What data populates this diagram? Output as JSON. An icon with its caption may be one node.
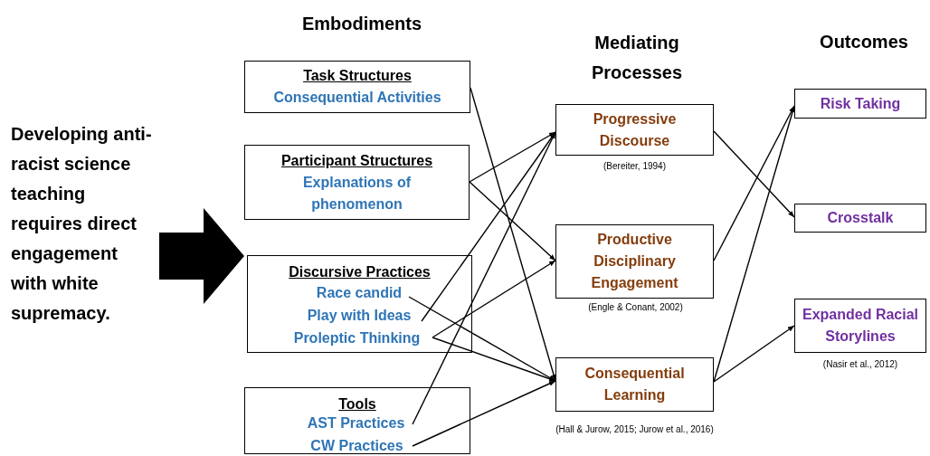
{
  "diagram": {
    "nodes": [
      {
        "text": [
          "Developing anti-racist science teaching requires direct engagement with white supremacy."
        ]
      },
      {
        "text": [
          "Task Structures",
          "Consequential Activities"
        ]
      },
      {
        "text": [
          "Participant Structures",
          "Explanations of phenomenon"
        ]
      },
      {
        "text": [
          "Discursive Practices"
        ]
      },
      {
        "text": [
          "Race candid"
        ],
        "in": 3
      },
      {
        "text": [
          "Play with Ideas"
        ],
        "in": 3
      },
      {
        "text": [
          "Proleptic Thinking"
        ],
        "in": 3
      },
      {
        "text": [
          "Tools"
        ]
      },
      {
        "text": [
          "AST Practices"
        ],
        "in": 7
      },
      {
        "text": [
          "CW Practices"
        ],
        "in": 7
      },
      {
        "text": [
          "Progressive Discourse"
        ],
        "beside": [
          "(Bereiter, 1994)"
        ]
      },
      {
        "text": [
          "Productive Disciplinary Engagement"
        ],
        "beside": [
          "(Engle & Conant, 2002)"
        ]
      },
      {
        "text": [
          "Consequential Learning"
        ],
        "beside": [
          "(Hall & Jurow, 2015; Jurow et al., 2016)"
        ]
      },
      {
        "text": [
          "Risk Taking"
        ]
      },
      {
        "text": [
          "Crosstalk"
        ]
      },
      {
        "text": [
          "Expanded Racial Storylines"
        ],
        "beside": [
          "(Nasir et al., 2012)"
        ]
      }
    ],
    "edges": [
      {
        "from": 0,
        "to": 3,
        "arrow": "to",
        "style": "thick"
      },
      {
        "from": 1,
        "to": 12,
        "arrow": "to"
      },
      {
        "from": 2,
        "to": 10,
        "arrow": "to"
      },
      {
        "from": 2,
        "to": 11,
        "arrow": "to"
      },
      {
        "from": 4,
        "to": 12,
        "arrow": "to"
      },
      {
        "from": 5,
        "to": 10,
        "arrow": "to"
      },
      {
        "from": 6,
        "to": 11,
        "arrow": "to"
      },
      {
        "from": 6,
        "to": 12,
        "arrow": "to"
      },
      {
        "from": 8,
        "to": 10,
        "arrow": "to"
      },
      {
        "from": 9,
        "to": 12,
        "arrow": "to"
      },
      {
        "from": 10,
        "to": 14,
        "arrow": "to"
      },
      {
        "from": 11,
        "to": 13,
        "arrow": "to"
      },
      {
        "from": 12,
        "to": 13,
        "arrow": "to"
      },
      {
        "from": 12,
        "to": 15,
        "arrow": "to"
      }
    ],
    "labels": [
      "Embodiments",
      "Mediating Processes",
      "Outcomes"
    ]
  }
}
